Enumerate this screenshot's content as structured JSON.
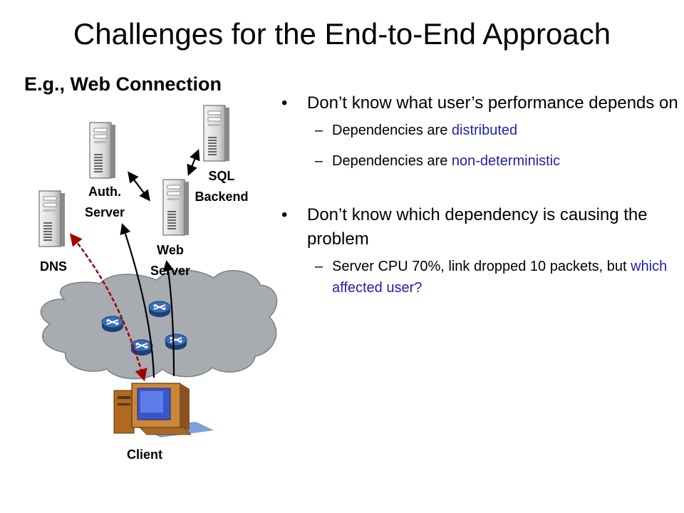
{
  "slide": {
    "title": "Challenges for the End-to-End Approach",
    "subtitle": "E.g., Web Connection"
  },
  "diagram": {
    "nodes": {
      "sql": "SQL\nBackend",
      "auth": "Auth.\nServer",
      "web": "Web\nServer",
      "dns": "DNS",
      "client": "Client"
    },
    "colors": {
      "cloud": "#a6acb0",
      "router": "#2f5fa0",
      "dns_path": "#a00000",
      "arrow": "#000000",
      "emphasis_text": "#2020b0"
    },
    "icons": [
      "server-icon",
      "router-icon",
      "computer-icon",
      "network-cloud"
    ]
  },
  "bullets": [
    {
      "text": "Don’t know what user’s performance depends on",
      "sub": [
        {
          "prefix": "Dependencies are ",
          "emph": "distributed",
          "suffix": ""
        },
        {
          "prefix": "Dependencies are ",
          "emph": "non-deterministic",
          "suffix": ""
        }
      ]
    },
    {
      "text": "Don’t know which dependency is causing the problem",
      "sub": [
        {
          "prefix": "Server CPU 70%, link dropped 10 packets, but ",
          "emph": "which affected user?",
          "suffix": ""
        }
      ]
    }
  ]
}
